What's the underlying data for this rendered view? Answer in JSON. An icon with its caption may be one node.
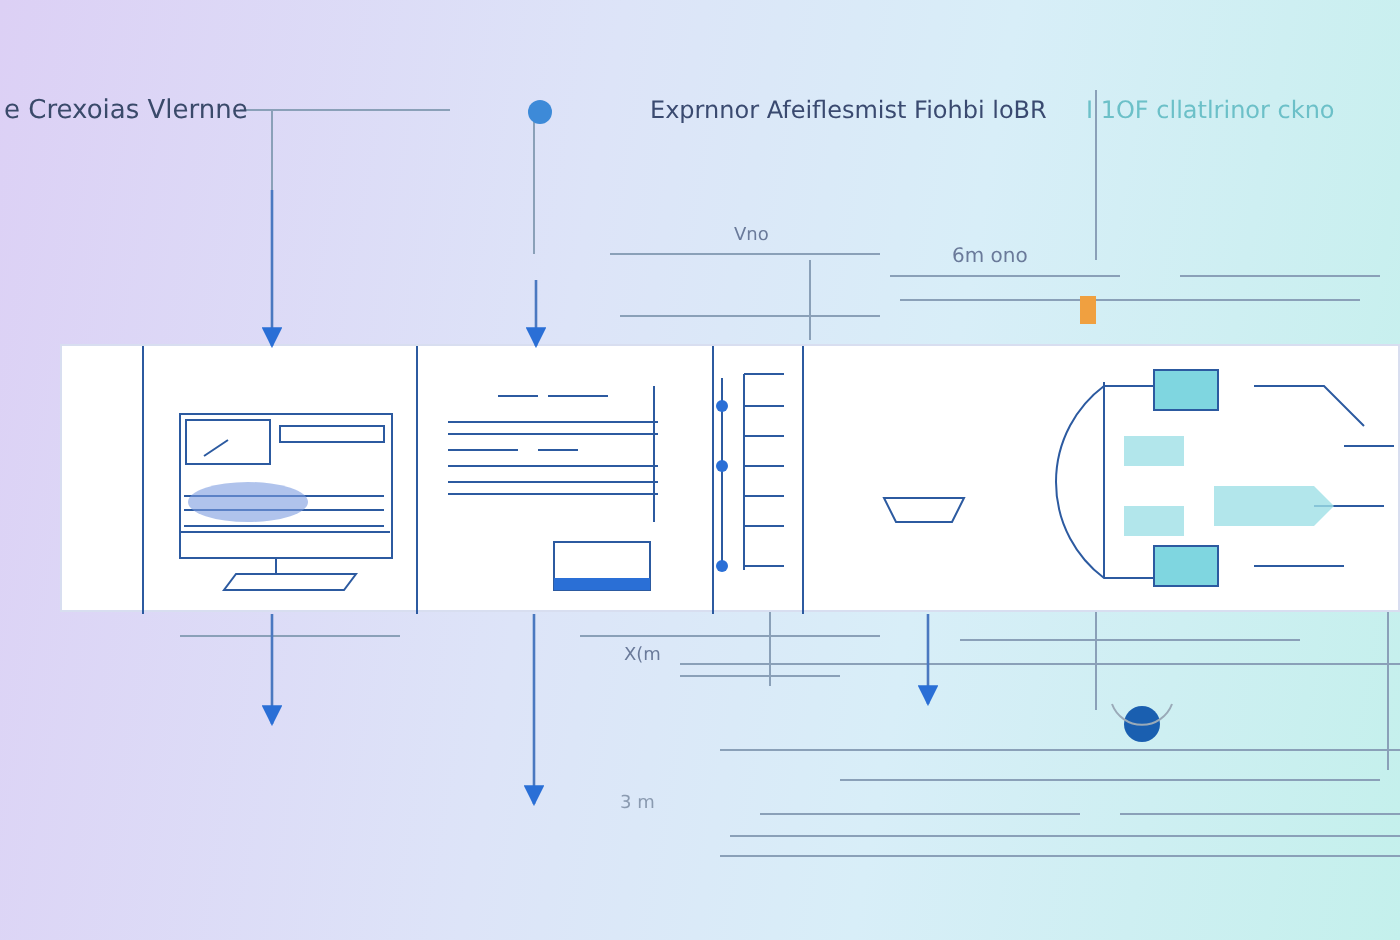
{
  "diagram": {
    "nodes": [
      {
        "text": [],
        "shape": "box"
      },
      {
        "text": [],
        "shape": "box",
        "in": 0
      },
      {
        "text": [],
        "shape": "box",
        "in": 0
      },
      {
        "text": [],
        "shape": "box",
        "in": 0
      },
      {
        "text": [],
        "shape": "box",
        "in": 0
      }
    ],
    "edges": [
      {
        "from": null,
        "to": 1,
        "arrow": "to"
      },
      {
        "from": null,
        "to": 2,
        "arrow": "to"
      },
      {
        "from": 1,
        "to": null,
        "arrow": "to"
      },
      {
        "from": 2,
        "to": null,
        "arrow": "to"
      },
      {
        "from": 4,
        "to": null,
        "arrow": "to"
      }
    ],
    "labels": [
      "e Crexoias Vlernne",
      "Exprnnor Afeiflesmist Fiohbi loBR",
      "I 1OF cllatlrinor ckno",
      "Vno",
      "6m ono",
      "X(m",
      "3 m"
    ]
  }
}
